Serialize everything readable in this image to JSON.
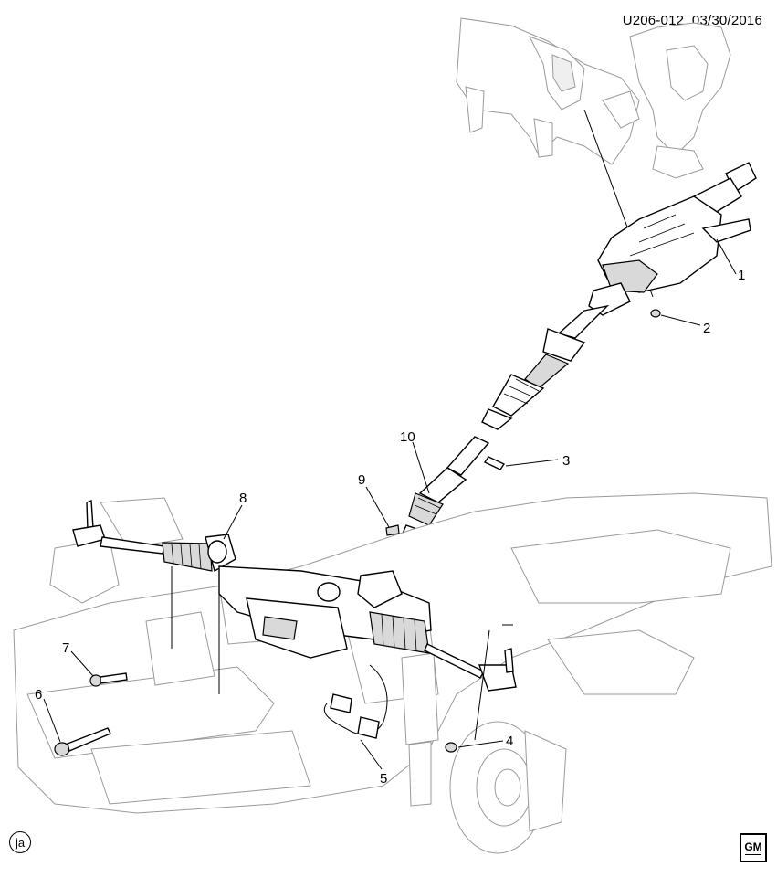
{
  "header": {
    "code": "U206-012",
    "date": "03/30/2016"
  },
  "callouts": [
    {
      "id": "callout-1",
      "label": "1"
    },
    {
      "id": "callout-2",
      "label": "2"
    },
    {
      "id": "callout-3",
      "label": "3"
    },
    {
      "id": "callout-4",
      "label": "4"
    },
    {
      "id": "callout-5",
      "label": "5"
    },
    {
      "id": "callout-6",
      "label": "6"
    },
    {
      "id": "callout-7",
      "label": "7"
    },
    {
      "id": "callout-8",
      "label": "8"
    },
    {
      "id": "callout-9",
      "label": "9"
    },
    {
      "id": "callout-10",
      "label": "10"
    }
  ],
  "footer": {
    "illustrator_mark": "ja",
    "logo_text": "GM"
  }
}
